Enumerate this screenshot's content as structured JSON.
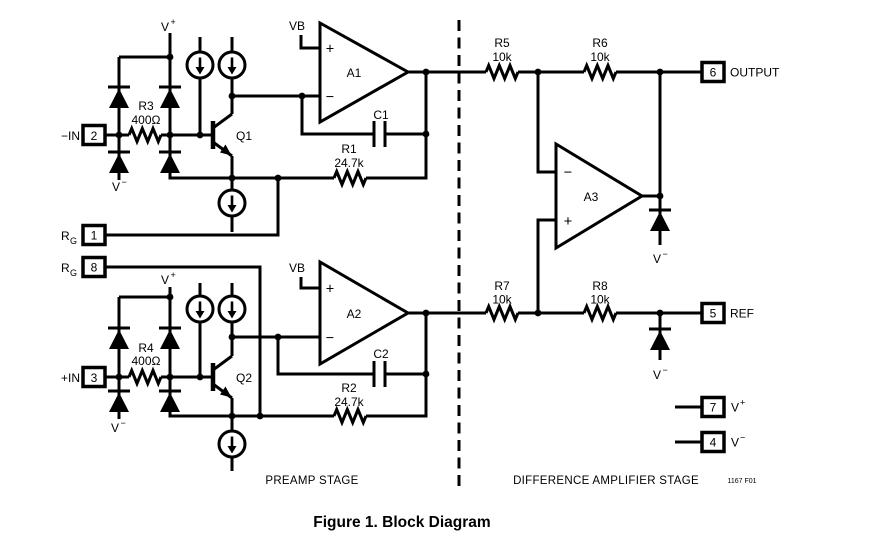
{
  "glyphs": {
    "v": "V",
    "plus": "+",
    "minus": "−",
    "r": "R",
    "g": "G",
    "vb": "VB"
  },
  "amps": {
    "a1": "A1",
    "a2": "A2",
    "a3": "A3"
  },
  "transistors": {
    "q1": "Q1",
    "q2": "Q2"
  },
  "caps": {
    "c1": "C1",
    "c2": "C2"
  },
  "resistors": {
    "r1": {
      "name": "R1",
      "value": "24.7k"
    },
    "r2": {
      "name": "R2",
      "value": "24.7k"
    },
    "r3": {
      "name": "R3",
      "value": "400Ω"
    },
    "r4": {
      "name": "R4",
      "value": "400Ω"
    },
    "r5": {
      "name": "R5",
      "value": "10k"
    },
    "r6": {
      "name": "R6",
      "value": "10k"
    },
    "r7": {
      "name": "R7",
      "value": "10k"
    },
    "r8": {
      "name": "R8",
      "value": "10k"
    }
  },
  "pins": {
    "neg_in": {
      "num": "2",
      "label": "−IN"
    },
    "pos_in": {
      "num": "3",
      "label": "+IN"
    },
    "rg_top": {
      "num": "1"
    },
    "rg_bottom": {
      "num": "8"
    },
    "output": {
      "num": "6",
      "label": "OUTPUT"
    },
    "ref": {
      "num": "5",
      "label": "REF"
    },
    "v_plus": {
      "num": "7"
    },
    "v_minus": {
      "num": "4"
    }
  },
  "stages": {
    "preamp": "PREAMP STAGE",
    "diff": "DIFFERENCE AMPLIFIER STAGE"
  },
  "figure": {
    "caption": "Figure 1. Block Diagram",
    "code": "1167 F01"
  }
}
